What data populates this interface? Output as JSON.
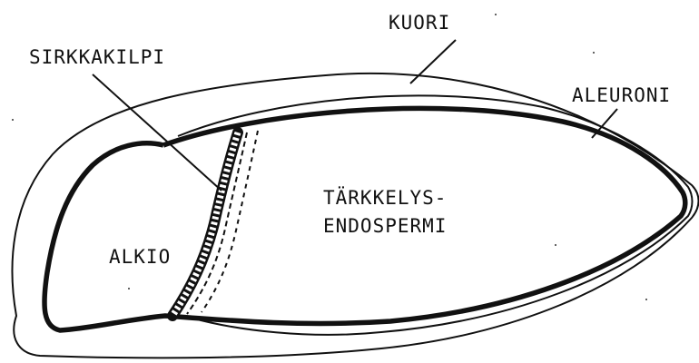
{
  "labels": {
    "kuori": "KUORI",
    "sirkkakilpi": "SIRKKAKILPI",
    "aleuroni": "ALEURONI",
    "tarkkelys_line1": "TÄRKKELYS-",
    "tarkkelys_line2": "ENDOSPERMI",
    "alkio": "ALKIO"
  },
  "colors": {
    "ink": "#111111",
    "background": "#ffffff"
  }
}
